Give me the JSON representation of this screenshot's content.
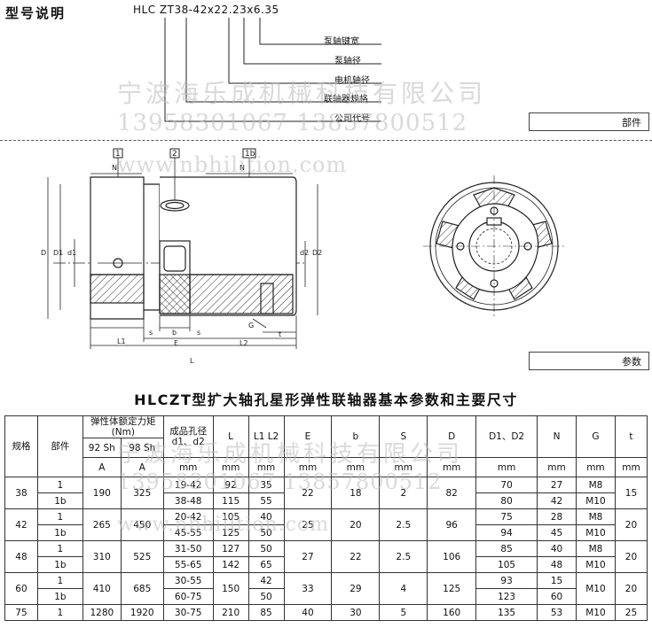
{
  "header": {
    "title": "型号说明",
    "model_code": "HLC ZT38-42x22.23x6.35",
    "leaders": [
      "泵轴键宽",
      "泵轴径",
      "电机轴径",
      "联轴器规格",
      "公司代号"
    ]
  },
  "labels": {
    "parts": "部件",
    "params": "参数"
  },
  "watermarks": {
    "company": "宁波海乐成机械科技有限公司",
    "phones": "13958301067  13857800512",
    "site": "www.nbhilition.com"
  },
  "drawing": {
    "callouts": [
      "1",
      "2",
      "1b"
    ],
    "dims": {
      "N": "N",
      "D": "D",
      "D1": "D1",
      "d1": "d1",
      "d2": "d2",
      "D2": "D2",
      "L1": "L1",
      "s": "s",
      "b": "b",
      "E": "E",
      "L2": "L2",
      "G": "G",
      "t": "t",
      "L": "L"
    }
  },
  "table": {
    "title": "HLCZT型扩大轴孔星形弹性联轴器基本参数和主要尺寸",
    "headers": {
      "spec": "规格",
      "part": "部件",
      "torque": "弹性体额定力矩(Nm)",
      "sh92": "92 Sh",
      "sh98": "98 Sh",
      "unit_a": "A",
      "bore": "成品孔径 d1、d2",
      "mm": "mm",
      "L": "L",
      "L1L2": "L1  L2",
      "E": "E",
      "b": "b",
      "S": "S",
      "D": "D",
      "D1D2": "D1、D2",
      "N": "N",
      "G": "G",
      "t": "t"
    },
    "rows": [
      {
        "spec": "38",
        "parts": [
          "1",
          "1b"
        ],
        "sh92": "190",
        "sh98": "325",
        "bore": [
          "19-42",
          "38-48"
        ],
        "L": [
          "92",
          "115"
        ],
        "L1L2": [
          "35",
          "55"
        ],
        "E": "22",
        "b": "18",
        "S": "2",
        "D": "82",
        "D1D2": [
          "70",
          "80"
        ],
        "N": [
          "27",
          "42"
        ],
        "G": [
          "M8",
          "M10"
        ],
        "t": "15"
      },
      {
        "spec": "42",
        "parts": [
          "1",
          "1b"
        ],
        "sh92": "265",
        "sh98": "450",
        "bore": [
          "20-42",
          "45-55"
        ],
        "L": [
          "105",
          "125"
        ],
        "L1L2": [
          "40",
          "50"
        ],
        "E": "25",
        "b": "20",
        "S": "2.5",
        "D": "96",
        "D1D2": [
          "75",
          "94"
        ],
        "N": [
          "28",
          "45"
        ],
        "G": [
          "M8",
          "M10"
        ],
        "t": "20"
      },
      {
        "spec": "48",
        "parts": [
          "1",
          "1b"
        ],
        "sh92": "310",
        "sh98": "525",
        "bore": [
          "31-50",
          "55-65"
        ],
        "L": [
          "127",
          "142"
        ],
        "L1L2": [
          "50",
          "65"
        ],
        "E": "27",
        "b": "22",
        "S": "2.5",
        "D": "106",
        "D1D2": [
          "85",
          "105"
        ],
        "N": [
          "40",
          "48"
        ],
        "G": [
          "M8",
          "M10"
        ],
        "t": "20"
      },
      {
        "spec": "60",
        "parts": [
          "1",
          "1b"
        ],
        "sh92": "410",
        "sh98": "685",
        "bore": [
          "30-55",
          "60-75"
        ],
        "L": [
          "150"
        ],
        "L1L2": [
          "42",
          "50"
        ],
        "E": "33",
        "b": "29",
        "S": "4",
        "D": "125",
        "D1D2": [
          "93",
          "123"
        ],
        "N": [
          "15",
          "60"
        ],
        "G": [
          "M10"
        ],
        "t": "20"
      },
      {
        "spec": "75",
        "parts": [
          "1"
        ],
        "sh92": "1280",
        "sh98": "1920",
        "bore": [
          "30-75"
        ],
        "L": [
          "210"
        ],
        "L1L2": [
          "85"
        ],
        "E": "40",
        "b": "30",
        "S": "5",
        "D": "160",
        "D1D2": [
          "135"
        ],
        "N": [
          "53"
        ],
        "G": [
          "M10"
        ],
        "t": "25"
      }
    ]
  }
}
